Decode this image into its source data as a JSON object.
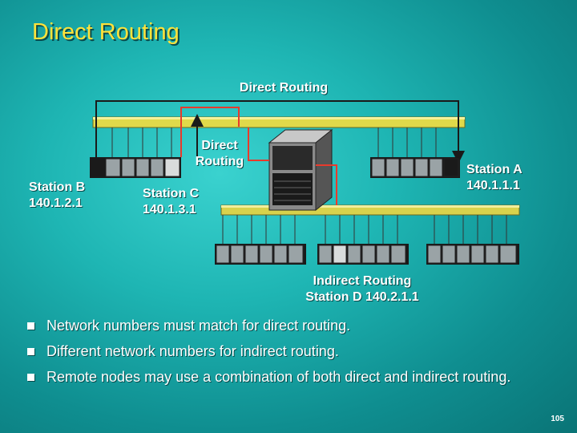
{
  "slide": {
    "title": "Direct Routing",
    "page_number": "105"
  },
  "diagram": {
    "label_top": "Direct Routing",
    "label_middle": [
      "Direct",
      "Routing"
    ],
    "station_b": [
      "Station B",
      "140.1.2.1"
    ],
    "station_c": [
      "Station C",
      "140.1.3.1"
    ],
    "station_a": [
      "Station A",
      "140.1.1.1"
    ],
    "indirect_label": "Indirect Routing",
    "station_d": "Station D 140.2.1.1",
    "colors": {
      "bus_upper": "#e0d94a",
      "bus_lower": "#d8d24c",
      "route_direct_outer": "#1a1a1a",
      "route_direct_inner": "#e83a2c",
      "title": "#ffe23a"
    }
  },
  "bullets": [
    "Network numbers must match for direct routing.",
    "Different network numbers for indirect routing.",
    "Remote nodes may use a combination of both direct and indirect routing."
  ]
}
